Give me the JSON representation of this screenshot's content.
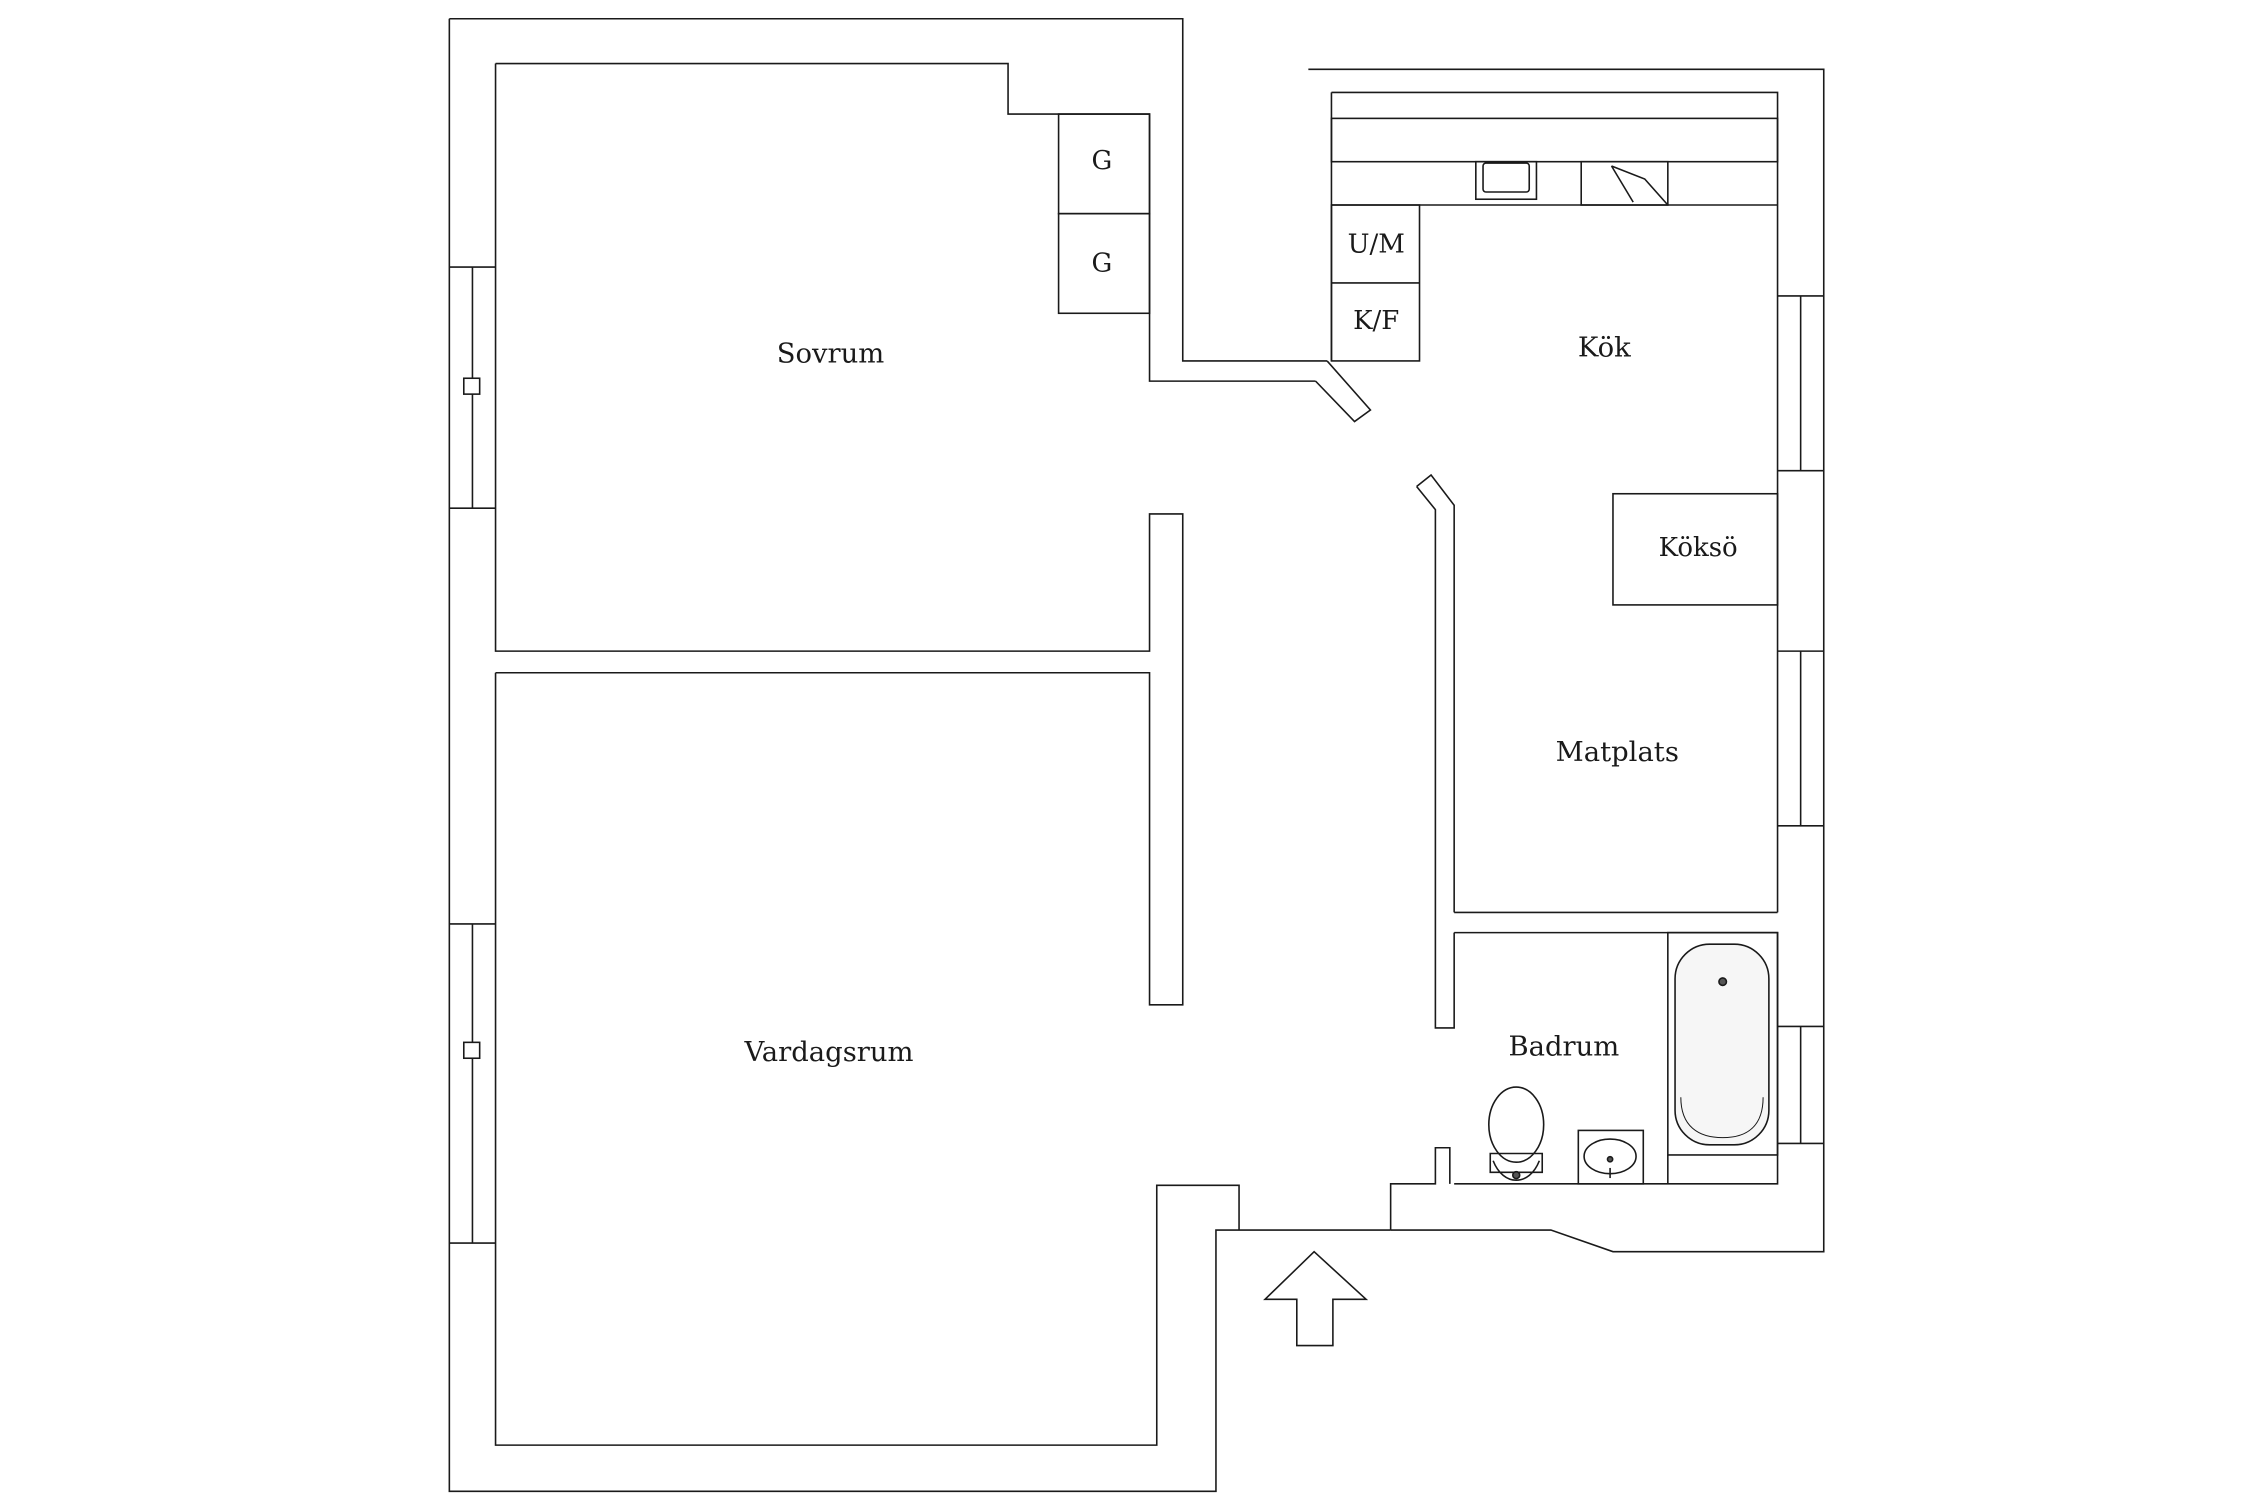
{
  "floorplan": {
    "rooms": {
      "sovrum": "Sovrum",
      "vardagsrum": "Vardagsrum",
      "kok": "Kök",
      "matplats": "Matplats",
      "badrum": "Badrum"
    },
    "fixtures": {
      "wardrobe_1": "G",
      "wardrobe_2": "G",
      "dishwasher": "U/M",
      "fridge_freezer": "K/F",
      "kitchen_island": "Köksö"
    },
    "entrance_icon": "entrance-arrow-icon",
    "colors": {
      "line": "#1a1a1a",
      "wall_fill": "#ffffff",
      "background": "#ffffff"
    }
  }
}
